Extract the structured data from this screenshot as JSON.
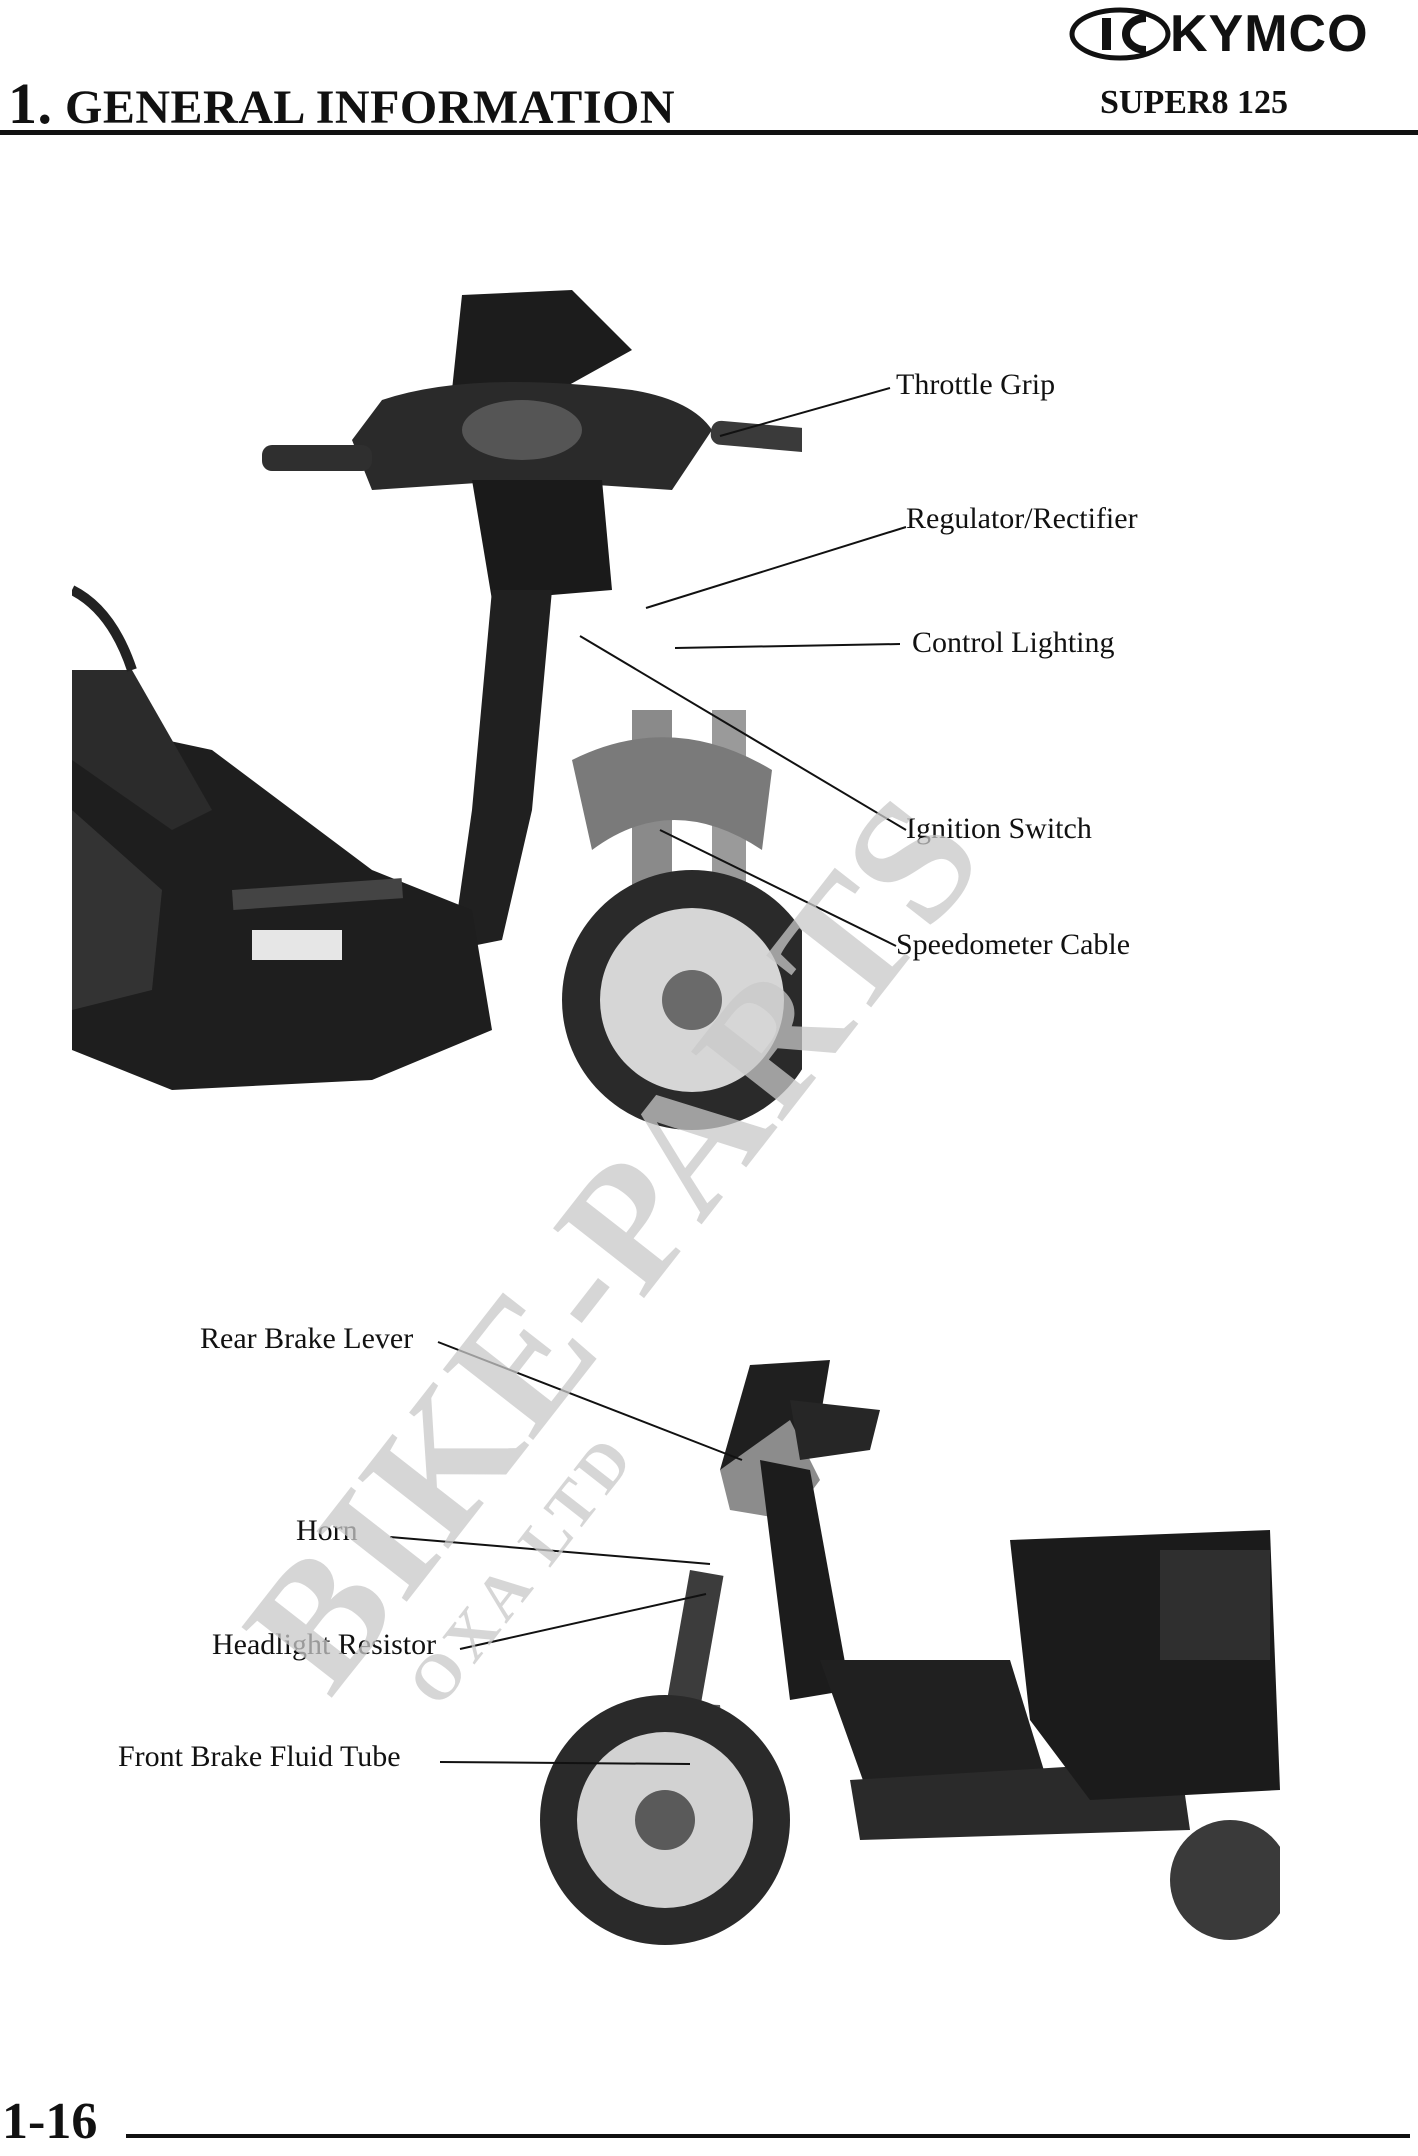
{
  "header": {
    "brand": "KYMCO",
    "chapter_number": "1.",
    "chapter_title": "GENERAL INFORMATION",
    "model": "SUPER8 125"
  },
  "figure_top": {
    "labels": [
      {
        "text": "Throttle Grip"
      },
      {
        "text": "Regulator/Rectifier"
      },
      {
        "text": "Control Lighting"
      },
      {
        "text": "Ignition Switch"
      },
      {
        "text": "Speedometer Cable"
      }
    ]
  },
  "figure_bottom": {
    "labels": [
      {
        "text": "Rear Brake Lever"
      },
      {
        "text": "Horn"
      },
      {
        "text": "Headlight Resistor"
      },
      {
        "text": "Front Brake Fluid Tube"
      }
    ]
  },
  "watermark": {
    "main": "BIKE-PARTS",
    "sub": "OXA LTD"
  },
  "footer": {
    "page_number": "1-16"
  }
}
